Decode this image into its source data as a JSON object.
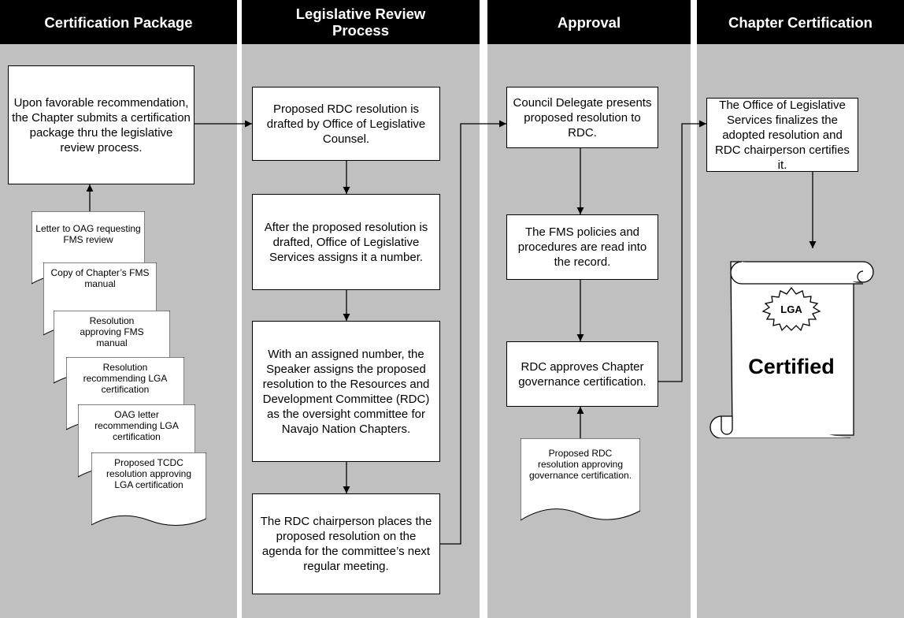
{
  "lanes": [
    {
      "title": "Certification Package"
    },
    {
      "title": "Legislative Review Process"
    },
    {
      "title": "Approval"
    },
    {
      "title": "Chapter Certification"
    }
  ],
  "boxes": {
    "submit": "Upon favorable recommendation, the Chapter submits a certification package thru the legislative review process.",
    "drafted": "Proposed RDC resolution is drafted by Office of Legislative Counsel.",
    "numbered": "After the proposed resolution is drafted, Office of Legislative Services assigns it a number.",
    "assigned": "With an assigned number, the Speaker assigns the proposed resolution to the Resources and Development Committee (RDC) as the oversight committee for Navajo Nation Chapters.",
    "agenda": "The RDC chairperson places the proposed resolution on the agenda for the committee’s next regular meeting.",
    "presents": "Council Delegate presents proposed resolution to RDC.",
    "read": "The FMS policies and procedures are read into the record.",
    "approves": "RDC approves Chapter governance certification.",
    "finalizes": "The Office of Legislative Services finalizes the adopted resolution and RDC chairperson certifies it."
  },
  "documents": {
    "package": [
      "Letter to OAG requesting FMS review",
      "Copy of Chapter’s FMS manual",
      "Resolution approving FMS manual",
      "Resolution recommending LGA certification",
      "OAG letter recommending LGA certification",
      "Proposed TCDC resolution approving LGA certification"
    ],
    "approval": "Proposed RDC resolution approving governance certification."
  },
  "certificate": {
    "badge": "LGA",
    "word": "Certified"
  }
}
